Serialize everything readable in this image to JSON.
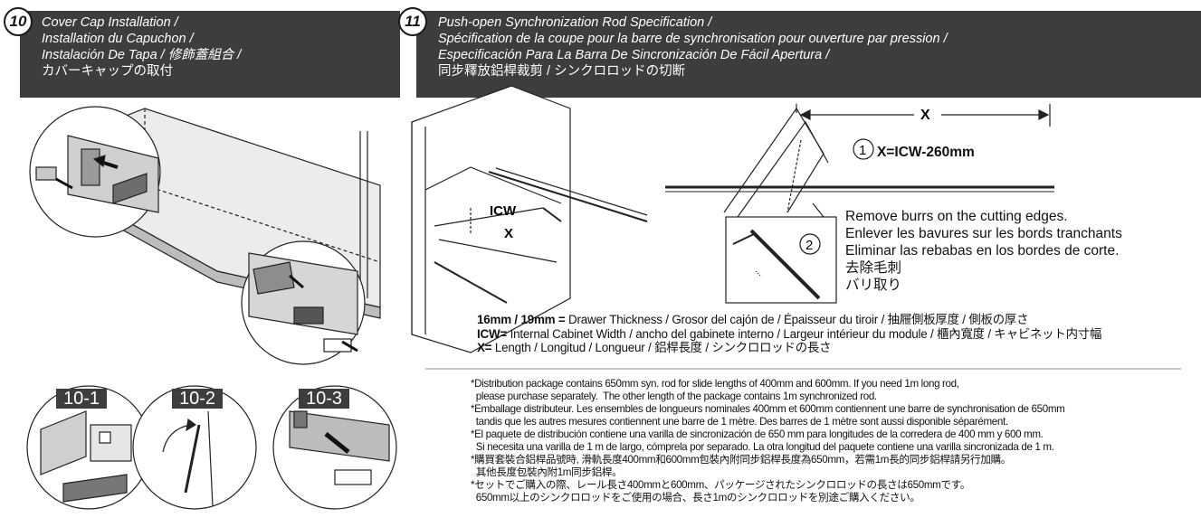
{
  "section10": {
    "number": "10",
    "lines": [
      "Cover Cap Installation /",
      "Installation du Capuchon /",
      "Instalación De Tapa / 修飾蓋組合 /",
      "カバーキャップの取付"
    ]
  },
  "section11": {
    "number": "11",
    "lines": [
      "Push-open Synchronization Rod Specification /",
      "Spécification de la coupe pour la barre de synchronisation pour ouverture par pression /",
      "Especificación Para La Barra De Sincronización De Fácil Apertura /",
      "同步釋放鋁桿裁剪 / シンクロロッドの切断"
    ]
  },
  "steps": [
    "10-1",
    "10-2",
    "10-3"
  ],
  "diagram_labels": {
    "icw": "ICW",
    "x": "X",
    "dim_x": "X",
    "step1": "1",
    "step2": "2"
  },
  "formula": "X=ICW-260mm",
  "burrs": [
    "Remove burrs on the cutting edges.",
    "Enlever les bavures sur les bords tranchants",
    "Eliminar las rebabas en los bordes de corte.",
    "去除毛刺",
    "バリ取り"
  ],
  "definitions": [
    {
      "term": "16mm / 19mm =",
      "text": " Drawer Thickness / Grosor del cajón de / Épaisseur du tiroir / 抽屜側板厚度 / 側板の厚さ"
    },
    {
      "term": "ICW=",
      "text": " Internal Cabinet Width / ancho del gabinete interno / Largeur intérieur du module / 櫃內寬度 / キャビネット内寸幅"
    },
    {
      "term": "X=",
      "text": " Length / Longitud / Longueur / 鋁桿長度 / シンクロロッドの長さ"
    }
  ],
  "footnotes": [
    "*Distribution package contains 650mm syn. rod for slide lengths of 400mm and 600mm. If you need 1m long rod,",
    "  please purchase separately.  The other length of the package contains 1m synchronized rod.",
    "*Emballage distributeur. Les ensembles de longueurs nominales 400mm et 600mm contiennent une barre de synchronisation de 650mm",
    "  tandis que les autres mesures contiennent une barre de 1 mètre. Des barres de 1 mètre sont aussi disponible séparément.",
    "*El paquete de distribución contiene una varilla de sincronización de 650 mm para longitudes de la corredera de 400 mm y 600 mm.",
    "  Si necesita una varilla de 1 m de largo, cómprela por separado. La otra longitud del paquete contiene una varilla sincronizada de 1 m.",
    "*購買套裝合鋁桿品號時, 滑軌長度400mm和600mm包裝內附同步鋁桿長度為650mm，若需1m長的同步鋁桿請另行加購。",
    "  其他長度包裝內附1m同步鋁桿。",
    "*セットでご購入の際、レール長さ400mmと600mm、パッケージされたシンクロロッドの長さは650mmです。",
    "  650mm以上のシンクロロッドをご使用の場合、長さ1mのシンクロロッドを別途ご購入ください。"
  ],
  "colors": {
    "banner": "#3d3d3d",
    "line": "#222222",
    "panel": "#d9d9d9"
  }
}
